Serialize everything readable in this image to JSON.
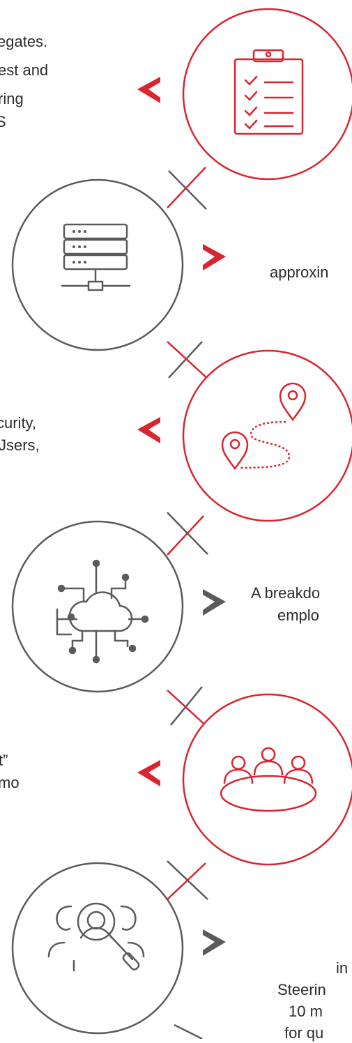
{
  "colors": {
    "red": "#d9252f",
    "gray": "#5b5b5b",
    "text": "#2b2b2b"
  },
  "steps": [
    {
      "icon": "clipboard-checklist-icon",
      "lines": [
        "egates.",
        "est and",
        "ring",
        "S"
      ]
    },
    {
      "icon": "server-network-icon",
      "lines": [
        "approxin"
      ]
    },
    {
      "icon": "route-map-pin-icon",
      "lines": [
        "curity,",
        "Jsers,"
      ]
    },
    {
      "icon": "cloud-network-icon",
      "lines": [
        "A breakdo",
        "emplo"
      ]
    },
    {
      "icon": "meeting-table-icon",
      "lines": [
        "t”",
        "mo"
      ]
    },
    {
      "icon": "user-search-icon",
      "lines": [
        "in",
        "Steerin",
        "10 m",
        "for qu"
      ]
    }
  ]
}
